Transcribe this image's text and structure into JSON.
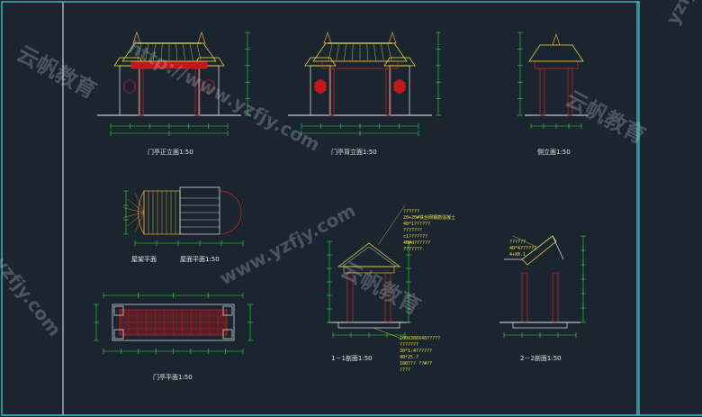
{
  "colors": {
    "background": "#1a2530",
    "frame_outer": "#3fd6d6",
    "frame_inner": "#f0f0f0",
    "dimension": "#32e032",
    "roof": "#f0e040",
    "structure": "#e02020",
    "detail": "#f0a030",
    "outline": "#e8e8e8"
  },
  "drawings": {
    "front_elevation": {
      "title": "门亭正立面1:50"
    },
    "back_elevation": {
      "title": "门亭背立面1:50"
    },
    "side_elevation": {
      "title": "侧立面1:50"
    },
    "roof_frame_plan": {
      "title": "屋架平面"
    },
    "roof_plan": {
      "title": "屋面平面1:50"
    },
    "gate_plan": {
      "title": "门亭平面1:50"
    },
    "section_1": {
      "title": "1－1剖面1:50",
      "notes_top": [
        "??????",
        "20+20#铁丝网钢筋混凝土",
        "40*1??????",
        "???????",
        "c1???????",
        "40#d??????",
        "???????"
      ],
      "notes_bottom": [
        "200X300X40?????",
        "???????",
        "30*1:4??????",
        "40*25.7",
        "100??? ??#??",
        "????"
      ]
    },
    "section_2": {
      "title": "2－2剖面1:50",
      "notes_top": [
        "??????",
        "40*4??????",
        "4+X0.1"
      ]
    }
  },
  "watermarks": [
    "http://www.yzfjy.com",
    "云帆教育",
    "yzfjy.com",
    "云帆教育",
    "www.yzfjy.com",
    "云帆教育",
    "yzfjy.com"
  ]
}
